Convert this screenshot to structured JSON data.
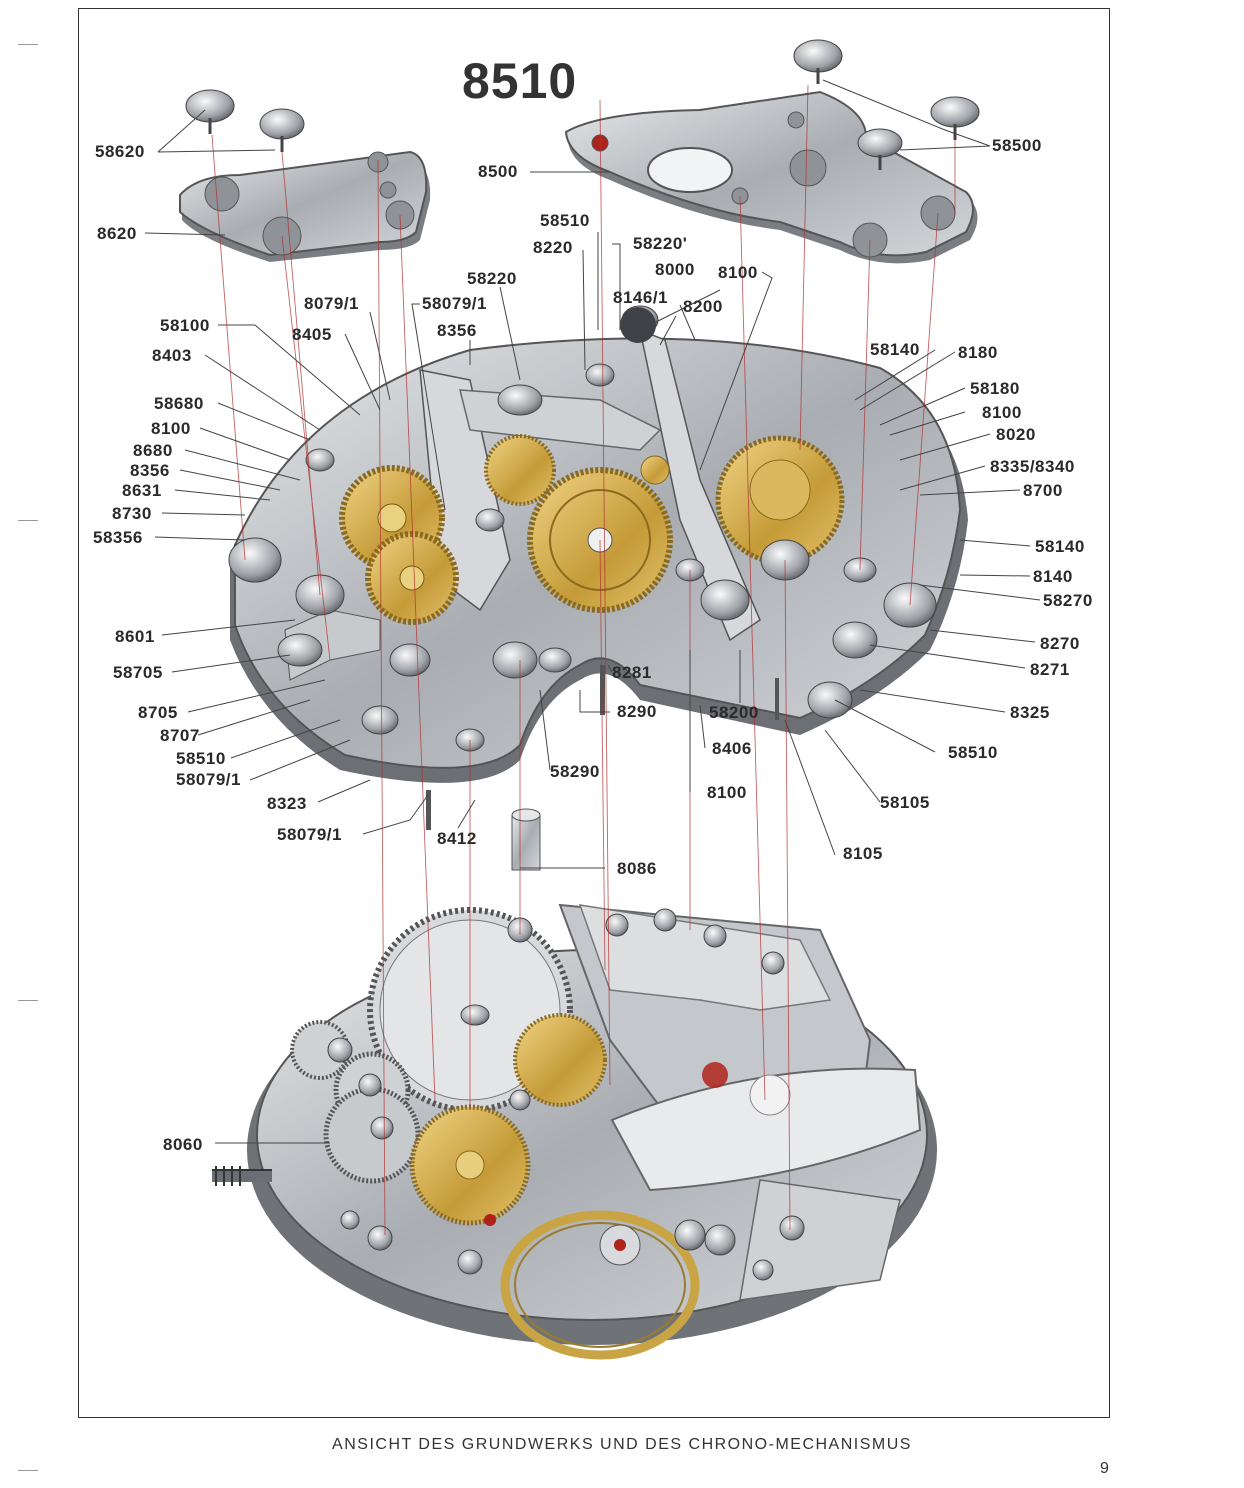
{
  "title": "8510",
  "caption": "ANSICHT DES GRUNDWERKS UND DES CHRONO-MECHANISMUS",
  "page_number": "9",
  "colors": {
    "steel": "#b9bcc0",
    "steel_dark": "#7d8186",
    "gold": "#c9a445",
    "jewel": "#b0231b",
    "line": "#b03030"
  },
  "labels": {
    "l58620": "58620",
    "l8620": "8620",
    "l8500": "8500",
    "l58500": "58500",
    "l58510a": "58510",
    "l8220": "8220",
    "l58220p": "58220'",
    "l8000": "8000",
    "l8100a": "8100",
    "l58220": "58220",
    "l8146": "8146/1",
    "l8200": "8200",
    "l8079": "8079/1",
    "l58079a": "58079/1",
    "l8405": "8405",
    "l8356a": "8356",
    "l58100": "58100",
    "l8403": "8403",
    "l58680": "58680",
    "l8100b": "8100",
    "l8680": "8680",
    "l8356b": "8356",
    "l8631": "8631",
    "l8730": "8730",
    "l58356": "58356",
    "l58140a": "58140",
    "l8180": "8180",
    "l58180": "58180",
    "l8100c": "8100",
    "l8020": "8020",
    "l8335": "8335/8340",
    "l8700": "8700",
    "l58140b": "58140",
    "l8140": "8140",
    "l58270": "58270",
    "l8601": "8601",
    "l58705": "58705",
    "l8281": "8281",
    "l8270": "8270",
    "l8271": "8271",
    "l8705": "8705",
    "l8290": "8290",
    "l58200": "58200",
    "l8325": "8325",
    "l8707": "8707",
    "l58510b": "58510",
    "l8406": "8406",
    "l58510c": "58510",
    "l58079b": "58079/1",
    "l58290": "58290",
    "l8323": "8323",
    "l8100d": "8100",
    "l58105": "58105",
    "l58079c": "58079/1",
    "l8412": "8412",
    "l8105": "8105",
    "l8086": "8086",
    "l8060": "8060"
  }
}
